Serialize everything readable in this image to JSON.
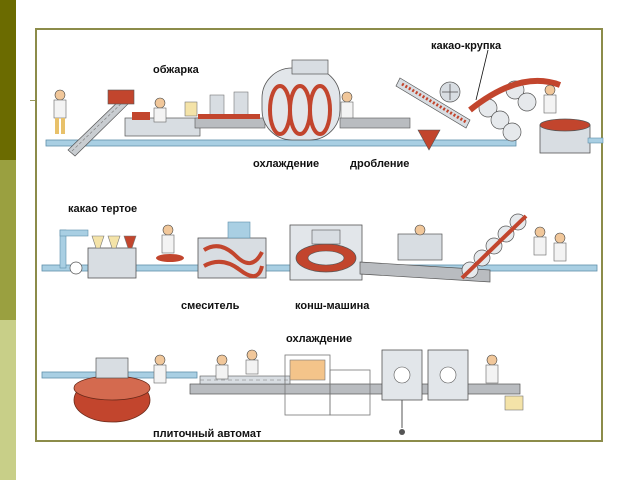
{
  "sidebar": {
    "colors": [
      "#6b6b00",
      "#9aa040",
      "#c8cf88"
    ]
  },
  "frame": {
    "border_color": "#8c8c4a"
  },
  "labels": {
    "cocoa_grits": "какао-крупка",
    "roasting": "обжарка",
    "cooling_top": "охлаждение",
    "crushing": "дробление",
    "cocoa_liquor": "какао тертое",
    "mixer": "смеситель",
    "conche": "конш-машина",
    "cooling_bottom": "охлаждение",
    "bar_machine": "плиточный автомат"
  },
  "palette": {
    "pipe": "#a9cfe3",
    "pipe_dark": "#5f8fab",
    "product": "#c2452d",
    "metal": "#d8dde2",
    "belt": "#b9bcc0"
  }
}
